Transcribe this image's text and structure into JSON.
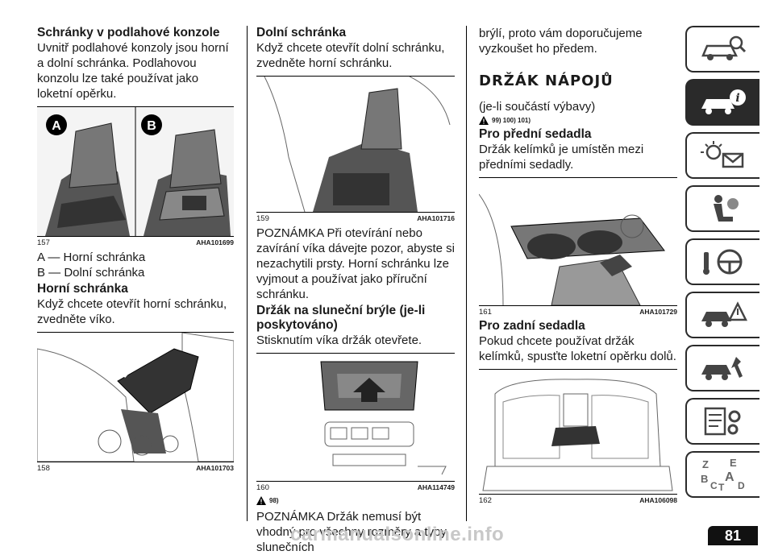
{
  "col1": {
    "title1": "Schránky v podlahové konzole",
    "para1": "Uvnitř podlahové konzoly jsou horní a dolní schránka. Podlahovou konzolu lze také používat jako loketní opěrku.",
    "fig157": {
      "num": "157",
      "code": "AHA101699",
      "label_a": "A",
      "label_b": "B"
    },
    "item_a": "A — Horní schránka",
    "item_b": "B — Dolní schránka",
    "title2": "Horní schránka",
    "para2": "Když chcete otevřít horní schránku, zvedněte víko.",
    "fig158": {
      "num": "158",
      "code": "AHA101703"
    }
  },
  "col2": {
    "title1": "Dolní schránka",
    "para1": "Když chcete otevřít dolní schránku, zvedněte horní schránku.",
    "fig159": {
      "num": "159",
      "code": "AHA101716"
    },
    "para2": "POZNÁMKA Při otevírání nebo zavírání víka dávejte pozor, abyste si nezachytili prsty. Horní schránku lze vyjmout a používat jako příruční schránku.",
    "title2": "Držák na sluneční brýle (je-li poskytováno)",
    "para3": "Stisknutím víka držák otevřete.",
    "fig160": {
      "num": "160",
      "code": "AHA114749"
    },
    "warn": "98)",
    "para4": "POZNÁMKA Držák nemusí být vhodný pro všechny rozměry a typy slunečních"
  },
  "col3": {
    "para1": "brýlí, proto vám doporučujeme vyzkoušet ho předem.",
    "bigtitle": "DRŽÁK NÁPOJŮ",
    "sub": "(je-li součástí výbavy)",
    "warn": "99)  100)  101)",
    "title1": "Pro přední sedadla",
    "para2": "Držák kelímků je umístěn mezi předními sedadly.",
    "fig161": {
      "num": "161",
      "code": "AHA101729"
    },
    "title2": "Pro zadní sedadla",
    "para3": "Pokud chcete používat držák kelímků, spusťte loketní opěrku dolů.",
    "fig162": {
      "num": "162",
      "code": "AHA106098"
    }
  },
  "tabs": [
    {
      "icon": "car-search-icon"
    },
    {
      "icon": "car-info-icon",
      "active": true
    },
    {
      "icon": "warning-lights-icon"
    },
    {
      "icon": "airbag-seat-icon"
    },
    {
      "icon": "steering-key-icon"
    },
    {
      "icon": "car-warning-icon"
    },
    {
      "icon": "car-service-icon"
    },
    {
      "icon": "specs-gear-icon"
    },
    {
      "icon": "index-letters-icon",
      "letters": [
        "Z",
        "E",
        "B",
        "A",
        "C",
        "T",
        "D"
      ]
    }
  ],
  "page_number": "81",
  "watermark": "carmanualsonline.info"
}
